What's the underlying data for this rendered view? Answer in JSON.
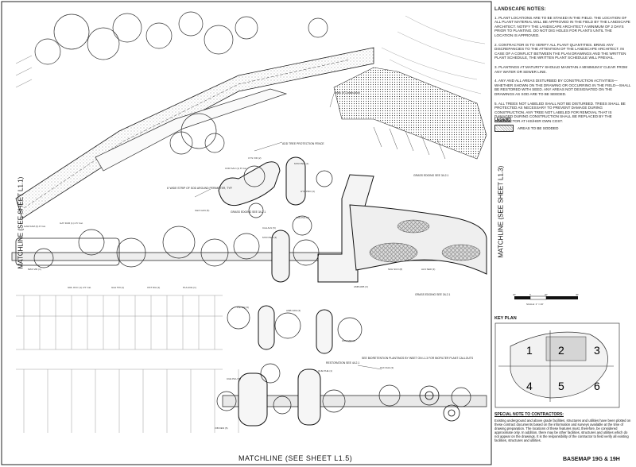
{
  "title_notes": "LANDSCAPE NOTES:",
  "notes": [
    "1. Plant locations are to be staked in the field. The location of all plant material will be approved in the field by the landscape architect. Notify the landscape architect a minimum of 2 days prior to planting. Do not dig holes for plants until the location is approved.",
    "2. Contractor is to verify all plant quantities. Bring any discrepancies to the attention of the landscape architect. In case of a conflict between the plan drawings and the written plant schedule, the written plant schedule will prevail.",
    "3. Plantings at maturity should maintain a minimum 8' clear from any water or sewer line.",
    "4. Any and all areas disturbed by construction activities—whether shown on the drawing or occurring in the field—shall be restored with seed. Any areas not designated on the drawings as sod are to be seeded.",
    "5. All trees not labeled shall not be disturbed. Trees shall be protected as necessary to prevent damage during construction. Any tree not labeled for removal that is damaged during construction shall be replaced by the contractor at his/her own cost."
  ],
  "legend": {
    "title": "LEGEND",
    "item": "AREAS TO BE SODDED"
  },
  "scale": {
    "ticks": [
      "20'",
      "0",
      "20'",
      "40'"
    ],
    "text": "SCALE: 1\" = 20'"
  },
  "keyplan": {
    "title": "KEY PLAN",
    "areas": [
      "1",
      "2",
      "3",
      "4",
      "5",
      "6"
    ]
  },
  "special": {
    "title": "SPECIAL NOTE TO CONTRACTORS:",
    "text": "Existing underground and above grade facilities, structures and utilities have been plotted on these contract documents based on the information and surveys available at the time of drawing preparation. The locations of these features must, therefore, be considered approximate only. In addition, there may be other facilities, structures and utilities which do not appear on the drawings. It is the responsibility of the contractor to field verify all existing facilities, structures and utilities."
  },
  "matchlines": {
    "left": "MATCHLINE (SEE SHEET L1.1)",
    "right": "MATCHLINE (SEE SHEET L1.3)",
    "bottom": "MATCHLINE (SEE SHEET L1.5)"
  },
  "basemap": "BASEMAP 19G & 19H",
  "callouts": {
    "limits": "Limits of Construction",
    "fence": "ADD TREE PROTECTION FENCE",
    "sod_strip": "6' WIDE STRIP OF SOD AROUND PERIMETER, TYP.",
    "grass_edging_1": "GRASS EDGING SEE 3/L2.1",
    "grass_edging_2": "GRASS EDGING SEE 3/L2.1",
    "grass_edging_3": "GRASS EDGING SEE 3/L2.1",
    "bioretention": "SEE BIORETENTION PLANTINGS BY INSET ON L1.3 FOR BIOFILTER PLANT CALLOUTS",
    "restoration": "RESTORATION SEE 4/L2.1"
  },
  "plant_labels": [
    "COR SAU (1) 8' Cal.",
    "CYS VIR (2)",
    "MYR PEO (1)",
    "ILEX GAN (5)",
    "GAT DUR (1) 2.5' Cal.",
    "GAM FAM (3) 8' Cal.",
    "MAS VIR (1)",
    "GRL OCC (1) 2.5' Cal.",
    "GLE TRI (1)",
    "OST DIA (1)",
    "PLA ACE (1)",
    "CLE ALN (5)",
    "CUE PAL (1)",
    "HYP PRO (3)",
    "MYR PEN (3)",
    "SCH SCO (8)",
    "ALN SER (3)",
    "AMB ARB (3)",
    "ITE VIR (5)",
    "TAX DHA (3)",
    "CUE PHU (5)",
    "AMB GRA (3)",
    "QUE PHE (1)",
    "HAM VIR (3)",
    "VIB DEN (5)"
  ]
}
